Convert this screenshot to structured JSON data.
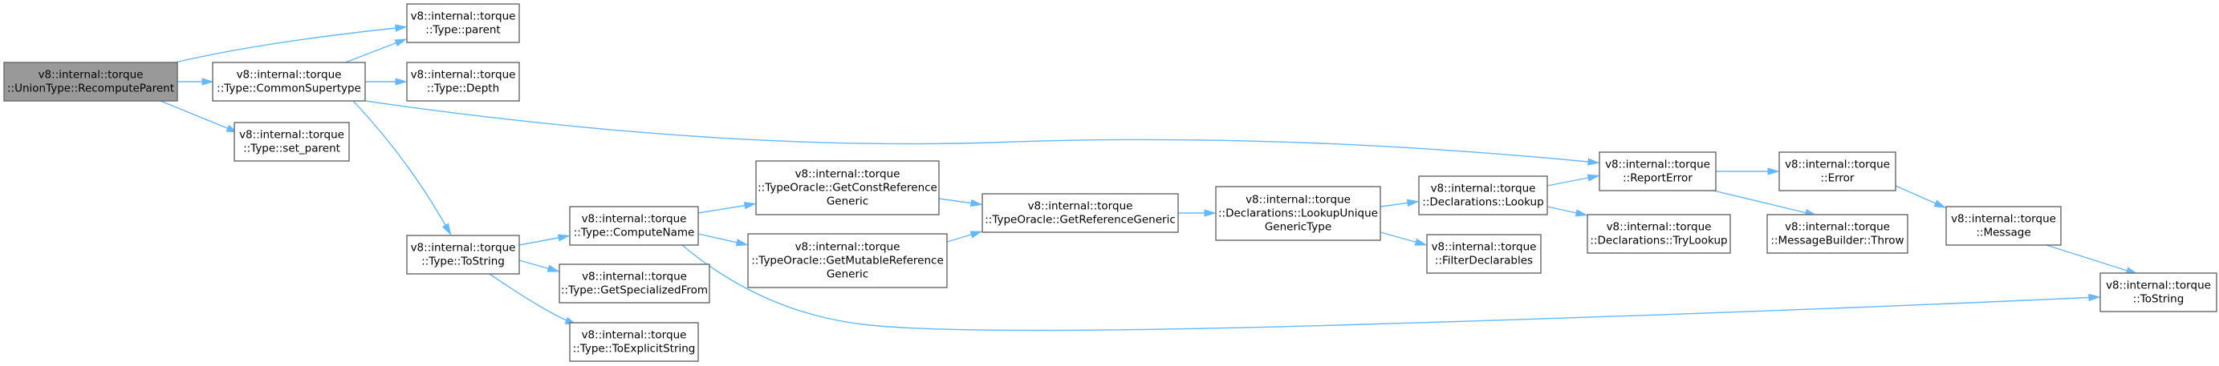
{
  "graph": {
    "nodes": [
      {
        "id": "n_recompute",
        "lines": [
          "v8::internal::torque",
          "::UnionType::RecomputeParent"
        ],
        "highlight": true
      },
      {
        "id": "n_parent",
        "lines": [
          "v8::internal::torque",
          "::Type::parent"
        ]
      },
      {
        "id": "n_common",
        "lines": [
          "v8::internal::torque",
          "::Type::CommonSupertype"
        ]
      },
      {
        "id": "n_setparent",
        "lines": [
          "v8::internal::torque",
          "::Type::set_parent"
        ]
      },
      {
        "id": "n_depth",
        "lines": [
          "v8::internal::torque",
          "::Type::Depth"
        ]
      },
      {
        "id": "n_tostring",
        "lines": [
          "v8::internal::torque",
          "::Type::ToString"
        ]
      },
      {
        "id": "n_reporterror",
        "lines": [
          "v8::internal::torque",
          "::ReportError"
        ]
      },
      {
        "id": "n_computename",
        "lines": [
          "v8::internal::torque",
          "::Type::ComputeName"
        ]
      },
      {
        "id": "n_getspecialized",
        "lines": [
          "v8::internal::torque",
          "::Type::GetSpecializedFrom"
        ]
      },
      {
        "id": "n_toexplicit",
        "lines": [
          "v8::internal::torque",
          "::Type::ToExplicitString"
        ]
      },
      {
        "id": "n_getconstref",
        "lines": [
          "v8::internal::torque",
          "::TypeOracle::GetConstReference",
          "Generic"
        ]
      },
      {
        "id": "n_getmutref",
        "lines": [
          "v8::internal::torque",
          "::TypeOracle::GetMutableReference",
          "Generic"
        ]
      },
      {
        "id": "n_toplevelstring",
        "lines": [
          "v8::internal::torque",
          "::ToString"
        ]
      },
      {
        "id": "n_getrefgeneric",
        "lines": [
          "v8::internal::torque",
          "::TypeOracle::GetReferenceGeneric"
        ]
      },
      {
        "id": "n_lookupunique",
        "lines": [
          "v8::internal::torque",
          "::Declarations::LookupUnique",
          "GenericType"
        ]
      },
      {
        "id": "n_lookup",
        "lines": [
          "v8::internal::torque",
          "::Declarations::Lookup"
        ]
      },
      {
        "id": "n_filterdecl",
        "lines": [
          "v8::internal::torque",
          "::FilterDeclarables"
        ]
      },
      {
        "id": "n_trylookup",
        "lines": [
          "v8::internal::torque",
          "::Declarations::TryLookup"
        ]
      },
      {
        "id": "n_error",
        "lines": [
          "v8::internal::torque",
          "::Error"
        ]
      },
      {
        "id": "n_throw",
        "lines": [
          "v8::internal::torque",
          "::MessageBuilder::Throw"
        ]
      },
      {
        "id": "n_message",
        "lines": [
          "v8::internal::torque",
          "::Message"
        ]
      }
    ],
    "edges": [
      {
        "from": "n_recompute",
        "to": "n_parent"
      },
      {
        "from": "n_recompute",
        "to": "n_common"
      },
      {
        "from": "n_recompute",
        "to": "n_setparent"
      },
      {
        "from": "n_common",
        "to": "n_parent"
      },
      {
        "from": "n_common",
        "to": "n_depth"
      },
      {
        "from": "n_common",
        "to": "n_reporterror"
      },
      {
        "from": "n_common",
        "to": "n_tostring"
      },
      {
        "from": "n_tostring",
        "to": "n_computename"
      },
      {
        "from": "n_tostring",
        "to": "n_getspecialized"
      },
      {
        "from": "n_tostring",
        "to": "n_toexplicit"
      },
      {
        "from": "n_computename",
        "to": "n_getconstref"
      },
      {
        "from": "n_computename",
        "to": "n_getmutref"
      },
      {
        "from": "n_computename",
        "to": "n_toplevelstring"
      },
      {
        "from": "n_getconstref",
        "to": "n_getrefgeneric"
      },
      {
        "from": "n_getmutref",
        "to": "n_getrefgeneric"
      },
      {
        "from": "n_getrefgeneric",
        "to": "n_lookupunique"
      },
      {
        "from": "n_lookupunique",
        "to": "n_lookup"
      },
      {
        "from": "n_lookupunique",
        "to": "n_filterdecl"
      },
      {
        "from": "n_lookup",
        "to": "n_reporterror"
      },
      {
        "from": "n_lookup",
        "to": "n_trylookup"
      },
      {
        "from": "n_reporterror",
        "to": "n_error"
      },
      {
        "from": "n_reporterror",
        "to": "n_throw"
      },
      {
        "from": "n_error",
        "to": "n_message"
      },
      {
        "from": "n_message",
        "to": "n_toplevelstring"
      }
    ]
  }
}
